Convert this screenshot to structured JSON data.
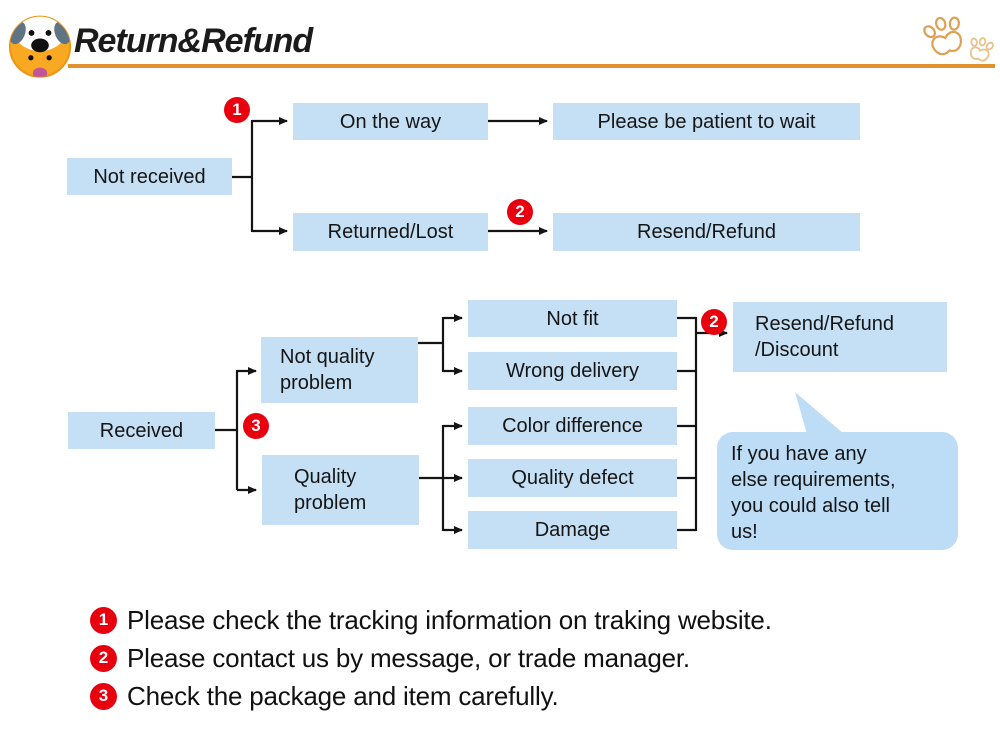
{
  "header": {
    "title": "Return&Refund",
    "logo_icon": "dog-face-icon",
    "corner_icon": "paw-prints-icon"
  },
  "colors": {
    "accent_orange": "#E2912F",
    "node_blue": "#C5E0F4",
    "bubble_blue": "#BDDCF6",
    "badge_red": "#E8000F",
    "line_black": "#141414"
  },
  "flow_not_received": {
    "root": "Not received",
    "on_the_way": "On the way",
    "be_patient": "Please be patient to wait",
    "returned_lost": "Returned/Lost",
    "resend_refund": "Resend/Refund",
    "badge_on_the_way": "1",
    "badge_resend": "2"
  },
  "flow_received": {
    "root": "Received",
    "badge_root": "3",
    "not_quality_problem": "Not quality\nproblem",
    "quality_problem": "Quality\nproblem",
    "not_fit": "Not fit",
    "wrong_delivery": "Wrong delivery",
    "color_difference": "Color difference",
    "quality_defect": "Quality defect",
    "damage": "Damage",
    "badge_outcome": "2",
    "outcome": "Resend/Refund\n/Discount",
    "bubble": "If you have any\nelse requirements,\nyou could also tell\nus!"
  },
  "legend": [
    {
      "num": "1",
      "text": "Please check the tracking information on traking website."
    },
    {
      "num": "2",
      "text": "Please contact us by message, or trade manager."
    },
    {
      "num": "3",
      "text": "Check the package and item carefully."
    }
  ]
}
